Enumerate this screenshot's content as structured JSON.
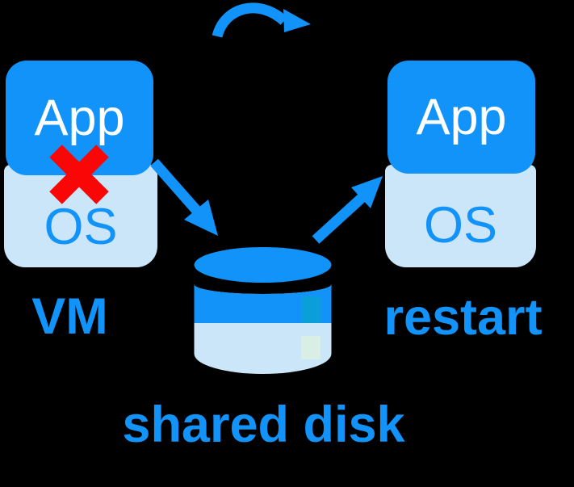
{
  "colors": {
    "bg": "#000000",
    "accent": "#1193fa",
    "light": "#cbe6f8",
    "error": "#fa0606",
    "text_on_accent": "#ffffff"
  },
  "diagram": {
    "failed_vm": {
      "app_label": "App",
      "os_label": "OS",
      "caption": "VM"
    },
    "restarted_vm": {
      "app_label": "App",
      "os_label": "OS",
      "caption": "restart"
    },
    "disk": {
      "caption": "shared disk"
    }
  }
}
